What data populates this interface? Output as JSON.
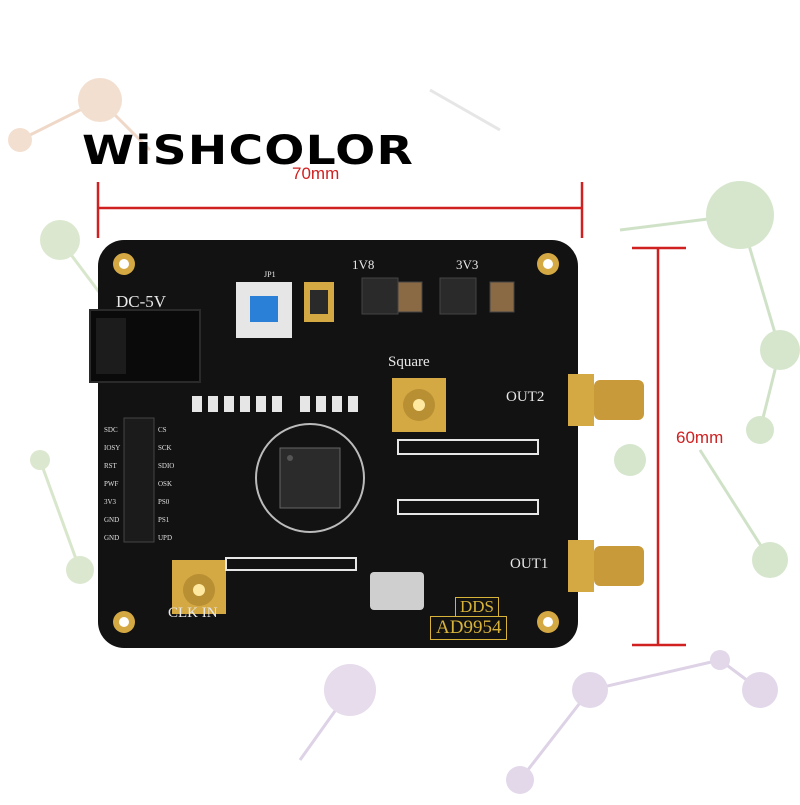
{
  "brand": {
    "logo_text": "WiSHCOLOR"
  },
  "dimensions": {
    "width": "70mm",
    "height": "60mm"
  },
  "board": {
    "power_label": "DC-5V",
    "square_label": "Square",
    "out2_label": "OUT2",
    "out1_label": "OUT1",
    "clk_in_label": "CLK IN",
    "regulator_1v8": "1V8",
    "regulator_3v3": "3V3",
    "jumper_label": "JP1",
    "series_label": "DDS",
    "chip_label": "AD9954",
    "header_left_pins": [
      "SDC",
      "IOSY",
      "RST",
      "PWF",
      "3V3",
      "GND",
      "GND"
    ],
    "header_right_pins": [
      "CS",
      "SCK",
      "SDIO",
      "OSK",
      "PS0",
      "PS1",
      "UPD"
    ]
  },
  "colors": {
    "pcb": "#121212",
    "silkscreen": "#e8e8e8",
    "gold": "#d4a843",
    "dimension_line": "#d02020",
    "background_network_green": "#c9dcc0",
    "background_network_purple": "#d9cfe3"
  }
}
